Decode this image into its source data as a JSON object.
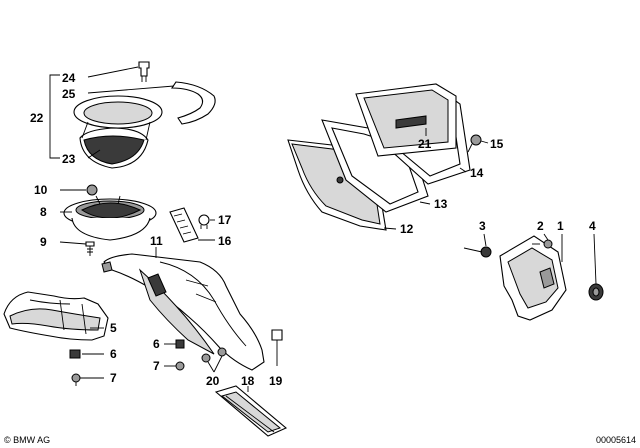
{
  "labels": {
    "l1": "1",
    "l2": "2",
    "l3": "3",
    "l4": "4",
    "l5": "5",
    "l6a": "6",
    "l6b": "6",
    "l7a": "7",
    "l7b": "7",
    "l8": "8",
    "l9": "9",
    "l10": "10",
    "l11": "11",
    "l12": "12",
    "l13": "13",
    "l14": "14",
    "l15": "15",
    "l16": "16",
    "l17": "17",
    "l18": "18",
    "l19": "19",
    "l20": "20",
    "l21": "21",
    "l22": "22",
    "l23": "23",
    "l24": "24",
    "l25": "25"
  },
  "footer": {
    "brand": "© BMW AG",
    "diagram_id": "00005614"
  }
}
